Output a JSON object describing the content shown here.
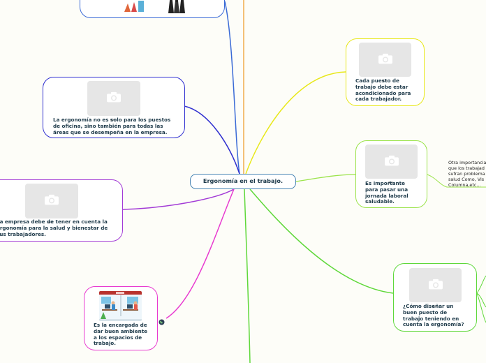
{
  "central": {
    "title": "Ergonomía en el trabajo."
  },
  "nodes": {
    "work_station": {
      "text": "Cada puesto de trabajo debe estar acondicionado para cada trabajador.",
      "color": "#e8e81a"
    },
    "important_day": {
      "text": "Es importante para pasar una jornada laboral saludable.",
      "color": "#9be34a"
    },
    "design_question": {
      "text": "¿Cómo diseñar un buen puesto de trabajo teniendo en cuenta la ergonomía?",
      "color": "#5fd83a"
    },
    "not_only_office": {
      "text": "La ergonomía  no es solo para los puestos de oficina, sino también para todas las áreas que se desempeña en la empresa.",
      "color": "#3a3ad6"
    },
    "company_health": {
      "text": "La empresa debe de tener en cuenta la ergonomía para la salud y bienestar de sus trabajadores.",
      "color": "#a23ad6"
    },
    "good_environment": {
      "text": "Es la encargada de dar buen ambiente a los espacios de trabajo.",
      "color": "#e83ad0"
    },
    "top_image": {
      "color": "#3a6ad6"
    }
  },
  "side_note": {
    "lines": [
      "Otra importancia",
      "que los trabajad",
      "sufran problema",
      "salud Como, Vis",
      "Columna,etc..."
    ]
  },
  "icons": {
    "globe": "globe-icon",
    "photo": "camera-icon"
  }
}
